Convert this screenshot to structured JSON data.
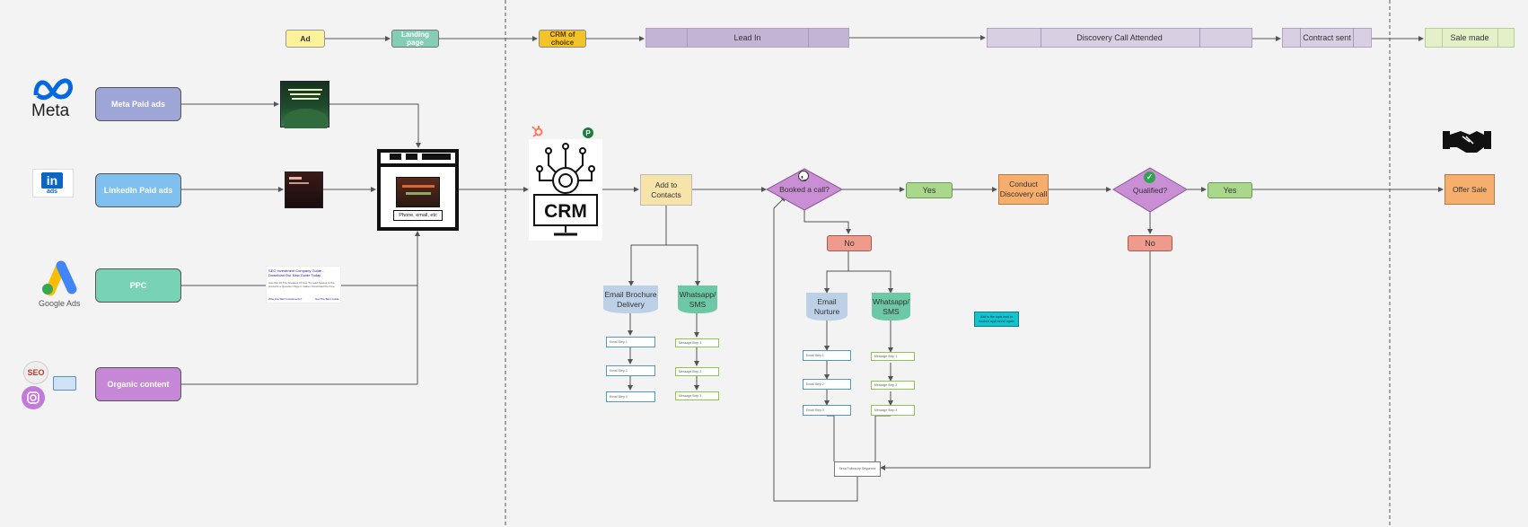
{
  "stages": {
    "ad": "Ad",
    "landing_page": "Landing page",
    "crm_choice": "CRM of choice",
    "lead_in": "Lead In",
    "discovery_attended": "Discovery Call Attended",
    "contract_sent": "Contract sent",
    "sale_made": "Sale made"
  },
  "sources": {
    "meta": "Meta Paid  ads",
    "linkedin": "LinkedIn Paid  ads",
    "ppc": "PPC",
    "organic": "Organic content"
  },
  "logos": {
    "meta": "Meta",
    "linkedin_in": "in",
    "linkedin_ads": "ads",
    "google_ads": "Google Ads",
    "seo": "SEO"
  },
  "landing_form": "Phone, email, etc",
  "ppc_preview": {
    "headline": "SEO Investment Company Guide - Download Our New Guide Today",
    "body": "Use this 10 The Greatest Of Use To Lead Assess to the products a Question Page it makes. Download the Free.",
    "link1": "Who Are SEO Investments?",
    "link2": "Get The Best Guide"
  },
  "crm_label": "CRM",
  "crm_badge": "P",
  "add_contacts": "Add to Contacts",
  "booked_call": "Booked a call?",
  "yes1": "Yes",
  "no1": "No",
  "conduct_call": "Conduct Discovery call",
  "qualified": "Qualified?",
  "yes2": "Yes",
  "no2": "No",
  "offer_sale": "Offer Sale",
  "email_brochure": "Email Brochure Delivery",
  "whatsapp1": "Whatsapp/ SMS",
  "email_nurture": "Email Nurture",
  "whatsapp2": "Whatsapp/ SMS",
  "email_steps": [
    "Email Step 1",
    "Email Step 2",
    "Email Step 3"
  ],
  "message_steps": [
    "Message Step 1",
    "Message Step 2",
    "Message Step 3"
  ],
  "follow_up": "Send Follow-up Sequence",
  "note": "Add to the topic lead or booked appt funnel again",
  "colors": {
    "stage_purple": "#c3b4d5",
    "stage_light": "#d8cfe3",
    "stage_green": "#e3f0c8",
    "ad_yellow": "#fbf29a",
    "landing_teal": "#84cdb7",
    "crm_gold": "#f4c32a",
    "meta_purple": "#9ea6d8",
    "linkedin_blue": "#7fc0f1",
    "ppc_teal": "#77d2b6",
    "organic_purple": "#c688d6",
    "contacts_tan": "#f6e4ab",
    "diamond_purple": "#c98ed4",
    "yes_green": "#a9d78c",
    "no_red": "#ee9b8d",
    "orange": "#f6ae6c",
    "doc_blue": "#bcd0e6",
    "doc_teal": "#6cc8a5",
    "cyan": "#15c3cf"
  }
}
